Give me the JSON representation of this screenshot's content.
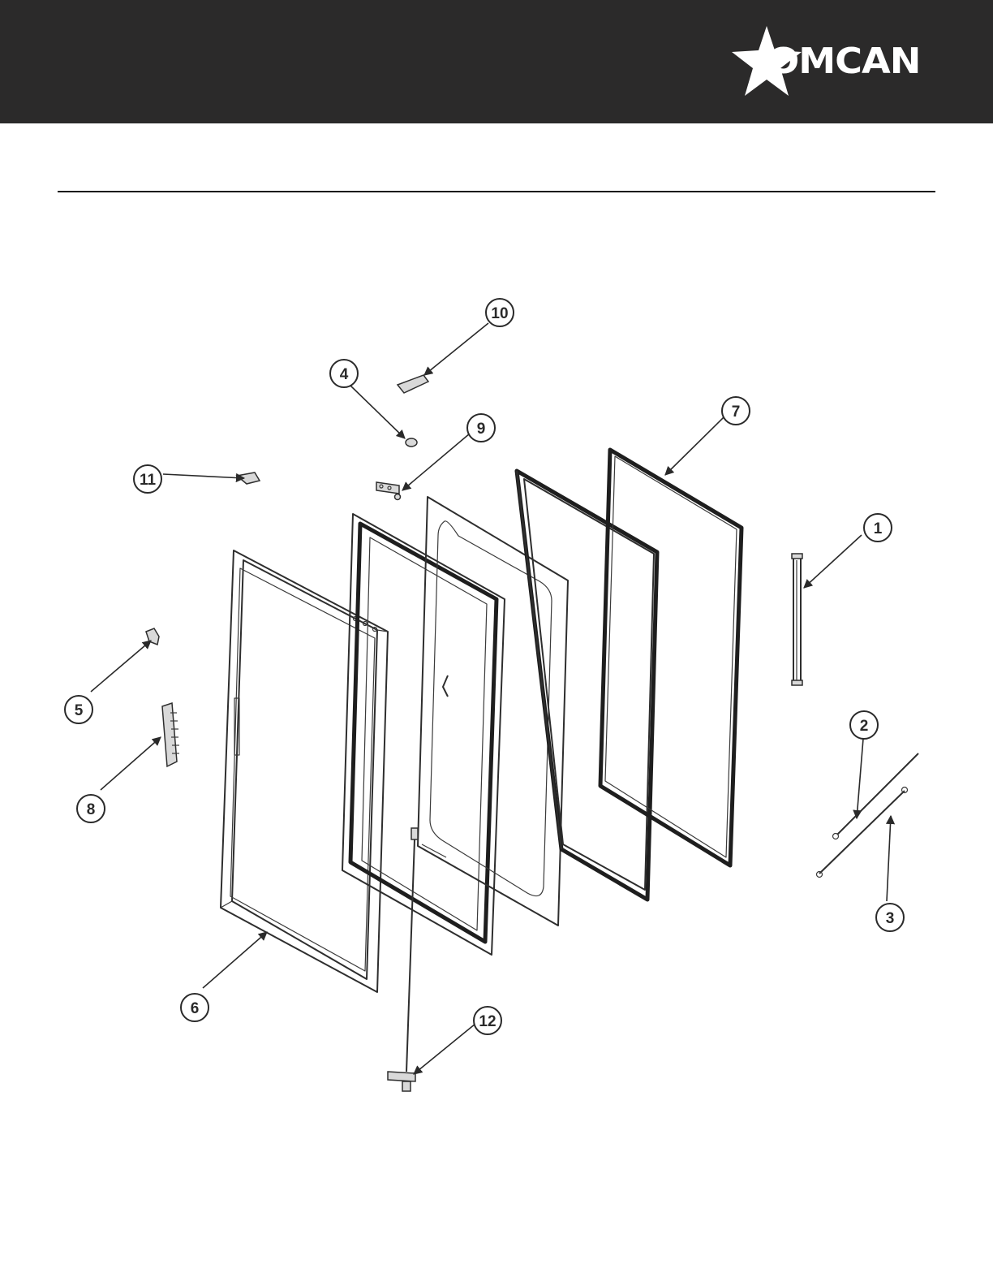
{
  "header": {
    "background_color": "#2b2a2a",
    "logo": {
      "text": "OMCAN",
      "icon": "star-icon",
      "color": "#ffffff"
    }
  },
  "callouts": [
    {
      "number": "1"
    },
    {
      "number": "2"
    },
    {
      "number": "3"
    },
    {
      "number": "4"
    },
    {
      "number": "5"
    },
    {
      "number": "6"
    },
    {
      "number": "7"
    },
    {
      "number": "8"
    },
    {
      "number": "9"
    },
    {
      "number": "10"
    },
    {
      "number": "11"
    },
    {
      "number": "12"
    }
  ]
}
